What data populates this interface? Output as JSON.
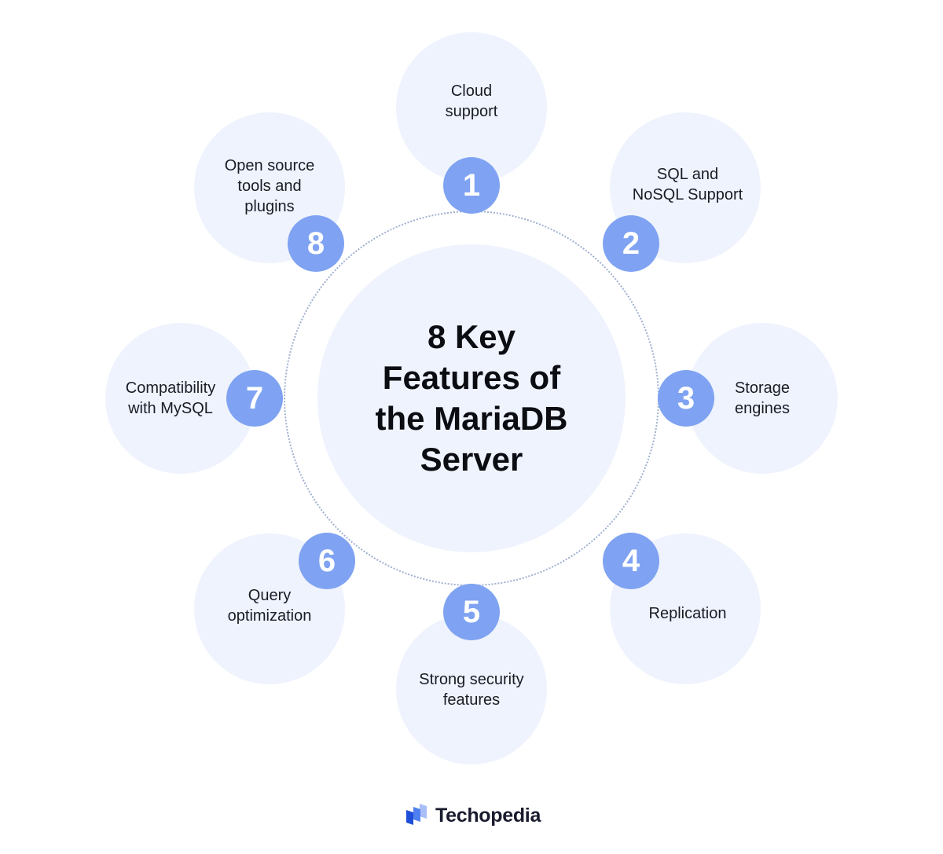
{
  "title": {
    "lines": [
      "8 Key",
      "Features of",
      "the MariaDB",
      "Server"
    ]
  },
  "features": [
    {
      "number": "1",
      "label_lines": [
        "Cloud",
        "support"
      ]
    },
    {
      "number": "2",
      "label_lines": [
        "SQL and",
        "NoSQL Support"
      ]
    },
    {
      "number": "3",
      "label_lines": [
        "Storage",
        "engines"
      ]
    },
    {
      "number": "4",
      "label_lines": [
        "Replication"
      ]
    },
    {
      "number": "5",
      "label_lines": [
        "Strong security",
        "features"
      ]
    },
    {
      "number": "6",
      "label_lines": [
        "Query",
        "optimization"
      ]
    },
    {
      "number": "7",
      "label_lines": [
        "Compatibility",
        "with MySQL"
      ]
    },
    {
      "number": "8",
      "label_lines": [
        "Open source",
        "tools and",
        "plugins"
      ]
    }
  ],
  "brand": {
    "name": "Techopedia"
  },
  "colors": {
    "circle_fill": "#eff3fd",
    "badge_fill": "#7fa3f2",
    "ring_stroke": "#9fb0cf",
    "text": "#1a1c24"
  }
}
